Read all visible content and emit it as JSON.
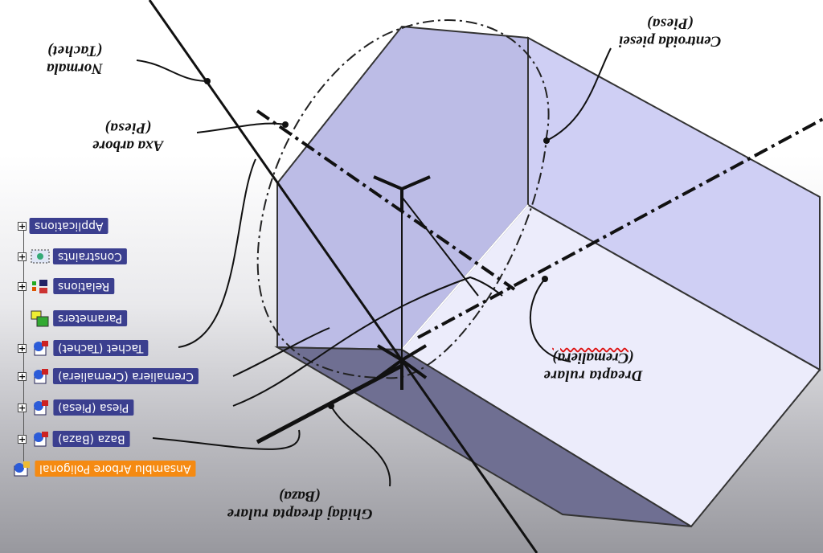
{
  "tree": {
    "nodes": [
      {
        "id": "applications",
        "label": "Applications",
        "icon": "applications-icon",
        "expandable": true
      },
      {
        "id": "constraints",
        "label": "Constraints",
        "icon": "constraints-icon",
        "expandable": true
      },
      {
        "id": "relations",
        "label": "Relations",
        "icon": "relations-icon",
        "expandable": true
      },
      {
        "id": "parameters",
        "label": "Parameters",
        "icon": "parameters-icon",
        "expandable": false
      },
      {
        "id": "tachet",
        "label": "Tachet (Tachet)",
        "icon": "part-icon",
        "expandable": true
      },
      {
        "id": "cremaliera",
        "label": "Cremaliera (Cremaliera)",
        "icon": "part-icon",
        "expandable": true
      },
      {
        "id": "piesa",
        "label": "Piesa (Piesa)",
        "icon": "part-icon",
        "expandable": true
      },
      {
        "id": "baza",
        "label": "Baza (Baza)",
        "icon": "part-icon",
        "expandable": true
      },
      {
        "id": "root",
        "label": "Ansamblu Arbore Poligonal",
        "icon": "product-icon",
        "expandable": false
      }
    ]
  },
  "callouts": {
    "normala": {
      "line1": "(Tachet)",
      "line2": "Normala"
    },
    "axa": {
      "line1": "(Piesa)",
      "line2": "Axa arbore"
    },
    "centroida": {
      "line1": "(Piesa)",
      "line2": "Centroida piesei"
    },
    "dreapta": {
      "line1": "(Cremaliera)",
      "line2": "Dreapta rulare"
    },
    "ghidaj": {
      "line1": "(Baza)",
      "line2": "Ghidaj dreapta rulare"
    }
  },
  "colors": {
    "face_top": "#bcbce6",
    "face_left": "#c6c6ec",
    "face_right": "#d0d0f4",
    "face_front": "#eeeefc",
    "face_bottom": "#6b6b90",
    "tree_label_bg": "#3b3f8f",
    "tree_root_bg": "#f58a12"
  }
}
